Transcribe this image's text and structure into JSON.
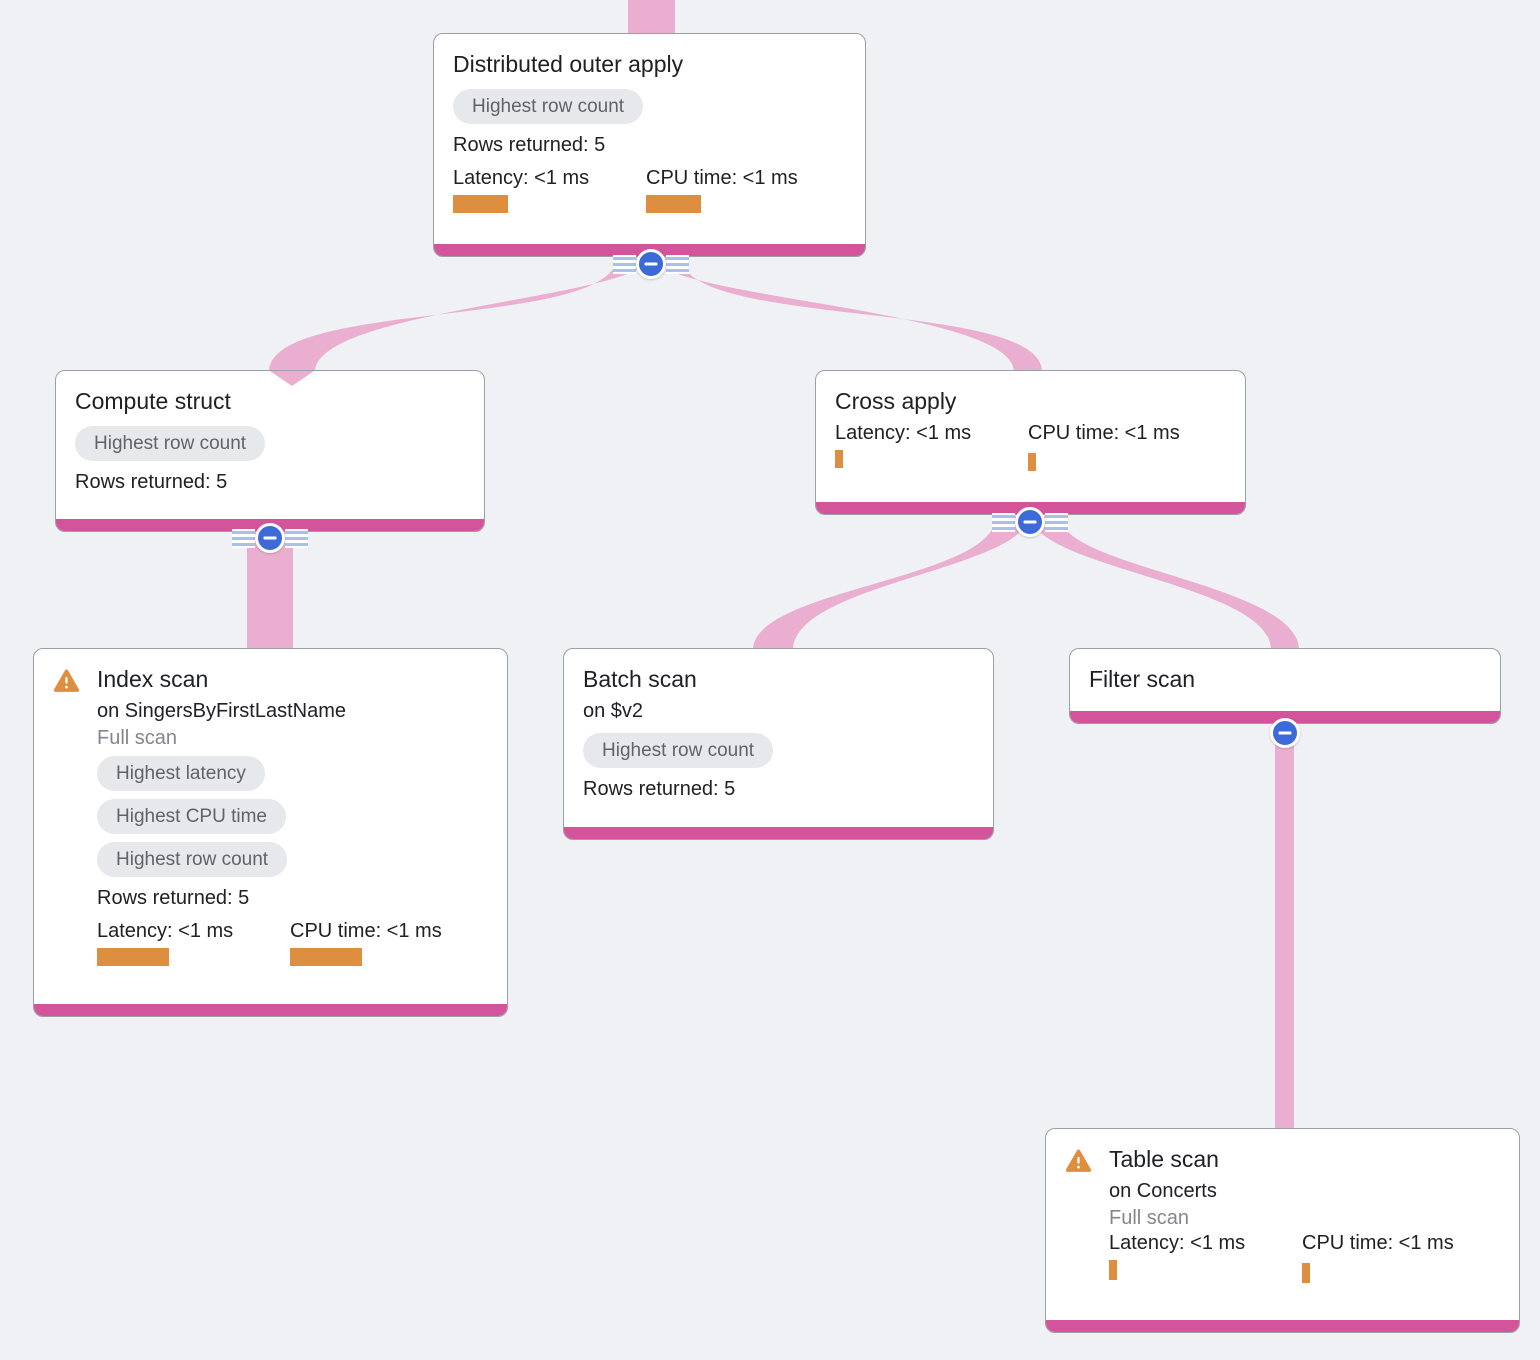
{
  "diagram": {
    "background_color": "#F0F1F4",
    "edge_color": "#EAAFD0",
    "node_accent_color": "#D4549B",
    "metric_bar_color": "#DE8E3F",
    "warning_icon_color": "#DE8E3F",
    "collapse_button_color": "#3C6BD9"
  },
  "nodes": [
    {
      "title": "Distributed outer apply",
      "badges": [
        "Highest row count"
      ],
      "rows_returned": "Rows returned: 5",
      "latency_label": "Latency: <1 ms",
      "cpu_label": "CPU time: <1 ms"
    },
    {
      "title": "Compute struct",
      "badges": [
        "Highest row count"
      ],
      "rows_returned": "Rows returned: 5"
    },
    {
      "title": "Cross apply",
      "latency_label": "Latency: <1 ms",
      "cpu_label": "CPU time: <1 ms"
    },
    {
      "title": "Index scan",
      "subtitle": "on SingersByFirstLastName",
      "scan_type": "Full scan",
      "badges": [
        "Highest latency",
        "Highest CPU time",
        "Highest row count"
      ],
      "rows_returned": "Rows returned: 5",
      "latency_label": "Latency: <1 ms",
      "cpu_label": "CPU time: <1 ms"
    },
    {
      "title": "Batch scan",
      "subtitle": "on $v2",
      "badges": [
        "Highest row count"
      ],
      "rows_returned": "Rows returned: 5"
    },
    {
      "title": "Filter scan"
    },
    {
      "title": "Table scan",
      "subtitle": "on Concerts",
      "scan_type": "Full scan",
      "latency_label": "Latency: <1 ms",
      "cpu_label": "CPU time: <1 ms"
    }
  ]
}
